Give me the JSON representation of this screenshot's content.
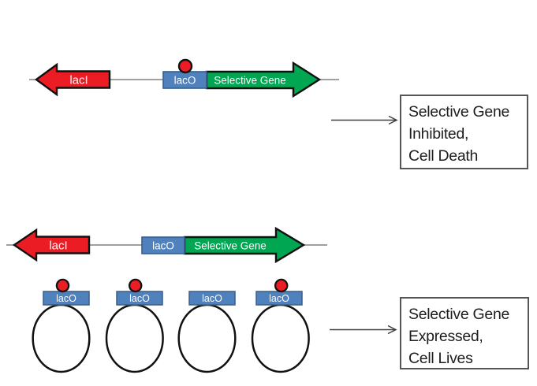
{
  "diagram_title": "",
  "colors": {
    "repressor_red": "#EC1C24",
    "operator_blue": "#4F81BD",
    "operator_blue_border": "#385D8A",
    "gene_green": "#00A651",
    "shape_outline": "#111111",
    "dna_line_gray": "#808080",
    "connector_gray": "#3f3f3f",
    "outcome_box_border": "#555555"
  },
  "top_section": {
    "construct": {
      "laci_label": "lacI",
      "laco_label": "lacO",
      "gene_label": "Selective Gene",
      "repressor_bound_to_operator": true
    },
    "outcome_box": {
      "lines": [
        "Selective Gene",
        "Inhibited,",
        "Cell Death"
      ]
    }
  },
  "bottom_section": {
    "construct": {
      "laci_label": "lacI",
      "laco_label": "lacO",
      "gene_label": "Selective Gene",
      "repressor_bound_to_operator": false
    },
    "plasmids": [
      {
        "laco_label": "lacO",
        "repressor_bound": true
      },
      {
        "laco_label": "lacO",
        "repressor_bound": true
      },
      {
        "laco_label": "lacO",
        "repressor_bound": false
      },
      {
        "laco_label": "lacO",
        "repressor_bound": true
      }
    ],
    "outcome_box": {
      "lines": [
        "Selective Gene",
        "Expressed,",
        "Cell Lives"
      ]
    }
  }
}
